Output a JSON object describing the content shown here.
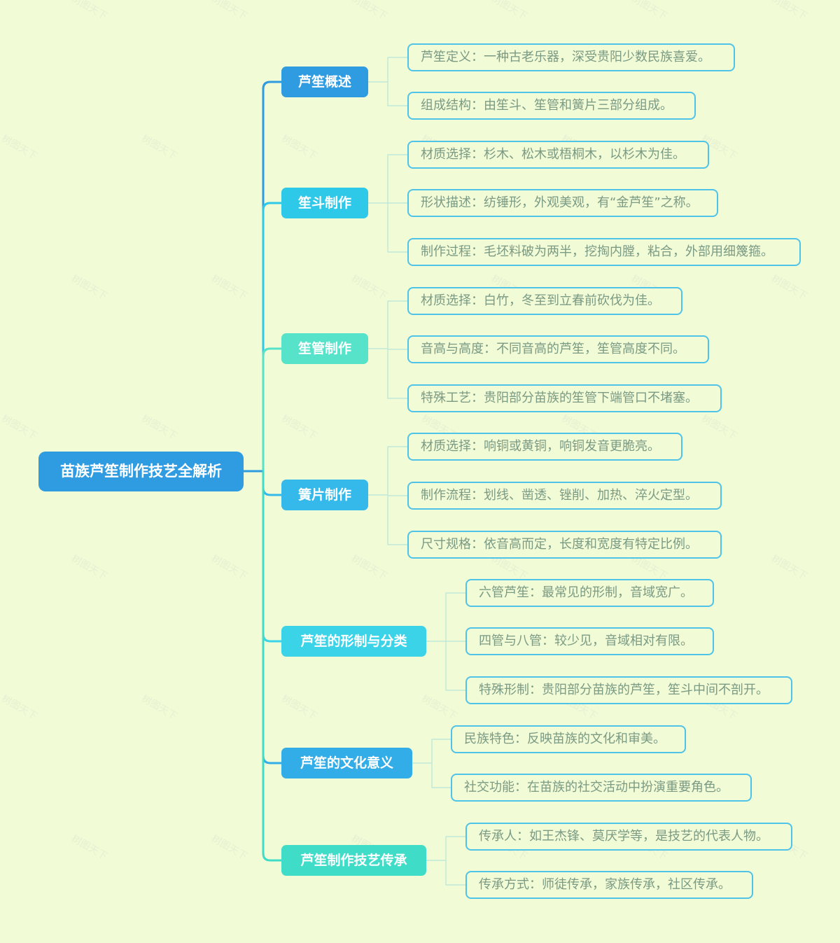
{
  "title": "苗族芦笙制作技艺全解析",
  "watermark": "树图天下",
  "colors": {
    "background": "#f1fbd6",
    "root": "#2f9be0",
    "leaf_text": "#7a9a84"
  },
  "branches": [
    {
      "label": "芦笙概述",
      "color": "#2f9be0",
      "children": [
        "芦笙定义：一种古老乐器，深受贵阳少数民族喜爱。",
        "组成结构：由笙斗、笙管和簧片三部分组成。"
      ]
    },
    {
      "label": "笙斗制作",
      "color": "#2ec9e8",
      "children": [
        "材质选择：杉木、松木或梧桐木，以杉木为佳。",
        "形状描述：纺锤形，外观美观，有“金芦笙”之称。",
        "制作过程：毛坯料破为两半，挖掏内膛，粘合，外部用细篾箍。"
      ]
    },
    {
      "label": "笙管制作",
      "color": "#56e3c9",
      "children": [
        "材质选择：白竹，冬至到立春前砍伐为佳。",
        "音高与高度：不同音高的芦笙，笙管高度不同。",
        "特殊工艺：贵阳部分苗族的笙管下端管口不堵塞。"
      ]
    },
    {
      "label": "簧片制作",
      "color": "#35b8ea",
      "children": [
        "材质选择：响铜或黄铜，响铜发音更脆亮。",
        "制作流程：划线、凿透、锉削、加热、淬火定型。",
        "尺寸规格：依音高而定，长度和宽度有特定比例。"
      ]
    },
    {
      "label": "芦笙的形制与分类",
      "color": "#3ad3e8",
      "children": [
        "六管芦笙：最常见的形制，音域宽广。",
        "四管与八管：较少见，音域相对有限。",
        "特殊形制：贵阳部分苗族的芦笙，笙斗中间不剖开。"
      ]
    },
    {
      "label": "芦笙的文化意义",
      "color": "#32ade8",
      "children": [
        "民族特色：反映苗族的文化和审美。",
        "社交功能：在苗族的社交活动中扮演重要角色。"
      ]
    },
    {
      "label": "芦笙制作技艺传承",
      "color": "#3fdcc8",
      "children": [
        "传承人：如王杰锋、莫厌学等，是技艺的代表人物。",
        "传承方式：师徒传承，家族传承，社区传承。"
      ]
    }
  ]
}
